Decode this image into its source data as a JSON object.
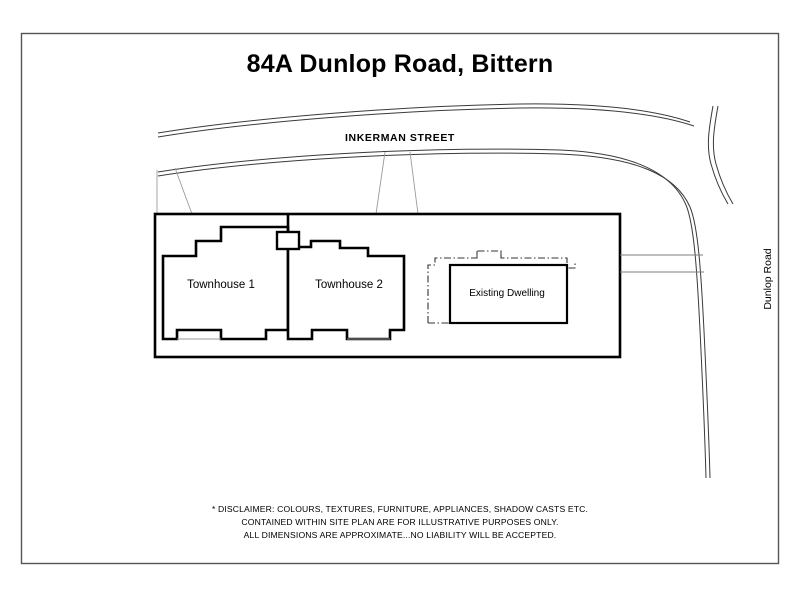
{
  "document": {
    "title": "84A Dunlop Road, Bittern",
    "border_color": "#555555",
    "line_color": "#000000",
    "background_color": "#ffffff"
  },
  "plan": {
    "street_top_label": "INKERMAN STREET",
    "street_right_label": "Dunlop Road",
    "buildings": [
      {
        "name": "townhouse-1",
        "label": "Townhouse 1"
      },
      {
        "name": "townhouse-2",
        "label": "Townhouse 2"
      },
      {
        "name": "existing-dwelling",
        "label": "Existing Dwelling"
      }
    ]
  },
  "disclaimer": {
    "lines": [
      "* DISCLAIMER: COLOURS, TEXTURES, FURNITURE, APPLIANCES, SHADOW CASTS ETC.",
      "CONTAINED WITHIN SITE PLAN ARE FOR ILLUSTRATIVE PURPOSES ONLY.",
      "ALL DIMENSIONS ARE APPROXIMATE...NO LIABILITY WILL BE ACCEPTED."
    ],
    "line_1": "* DISCLAIMER: COLOURS, TEXTURES, FURNITURE, APPLIANCES, SHADOW CASTS ETC.",
    "line_2": "CONTAINED WITHIN SITE PLAN ARE FOR ILLUSTRATIVE PURPOSES ONLY.",
    "line_3": "ALL DIMENSIONS ARE APPROXIMATE...NO LIABILITY WILL BE ACCEPTED."
  }
}
